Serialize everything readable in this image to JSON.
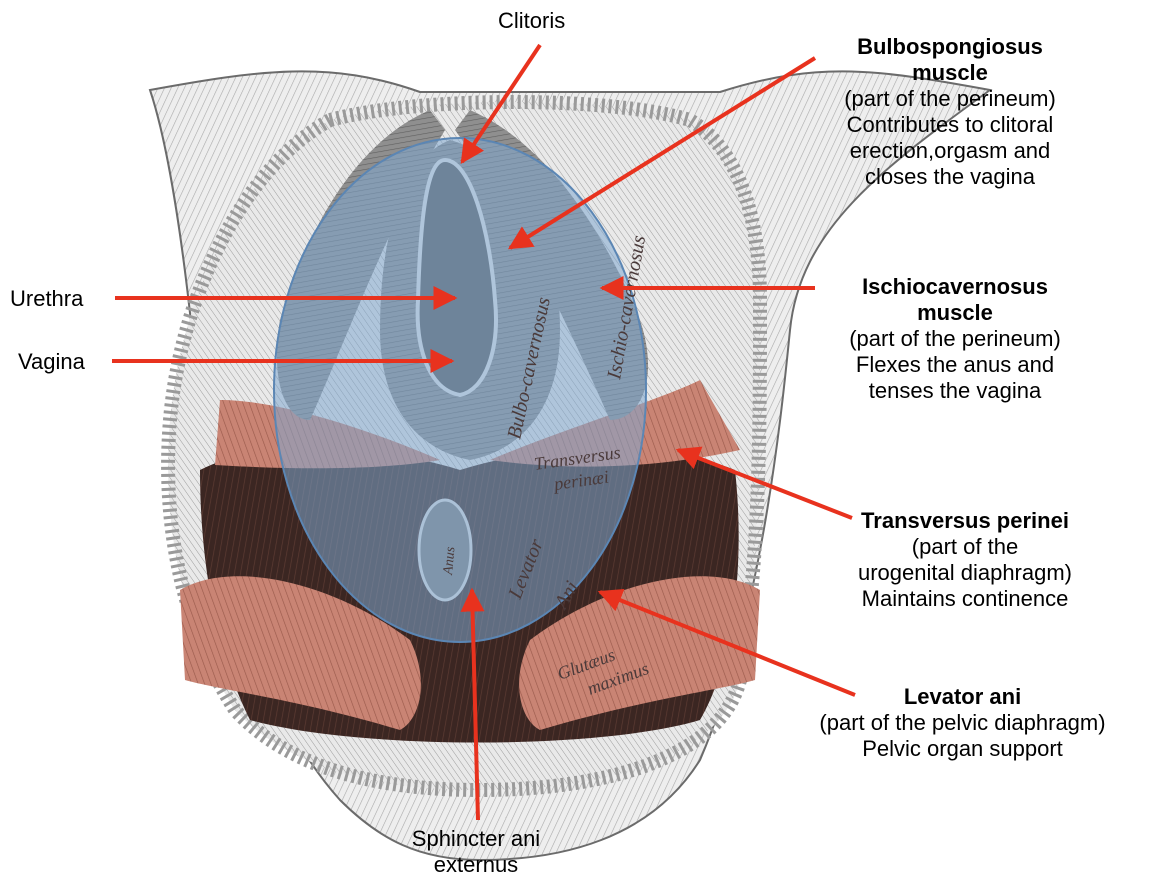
{
  "labels": {
    "clitoris": "Clitoris",
    "urethra": "Urethra",
    "vagina": "Vagina",
    "sphincter": {
      "line1": "Sphincter ani",
      "line2": "externus"
    },
    "bulbospongiosus": {
      "title_line1": "Bulbospongiosus",
      "title_line2": "muscle",
      "desc": [
        "(part of the perineum)",
        "Contributes to clitoral",
        "erection,orgasm and",
        "closes the vagina"
      ]
    },
    "ischiocavernosus": {
      "title_line1": "Ischiocavernosus",
      "title_line2": "muscle",
      "desc": [
        "(part of the perineum)",
        "Flexes the anus and",
        "tenses the vagina"
      ]
    },
    "transversus": {
      "title": "Transversus perinei",
      "desc": [
        "(part of the",
        "urogenital diaphragm)",
        "Maintains continence"
      ]
    },
    "levator": {
      "title": "Levator ani",
      "desc": [
        "(part of the pelvic diaphragm)",
        "Pelvic organ support"
      ]
    }
  },
  "illustration_text": {
    "bulbo": "Bulbo-cavernosus",
    "ischio": "Ischio-cavernosus",
    "transversus_1": "Transversus",
    "transversus_2": "perinæi",
    "levator": "Levator",
    "ani": "Ani",
    "anus": "Anus",
    "glutaeus_1": "Glutæus",
    "glutaeus_2": "maximus"
  },
  "colors": {
    "arrow": "#e8321e",
    "overlay_fill": "#7fa7cf",
    "overlay_stroke": "#5b86b4",
    "muscle_red": "#c98474",
    "muscle_dark": "#3b2622",
    "bone": "#d8d8d8"
  }
}
